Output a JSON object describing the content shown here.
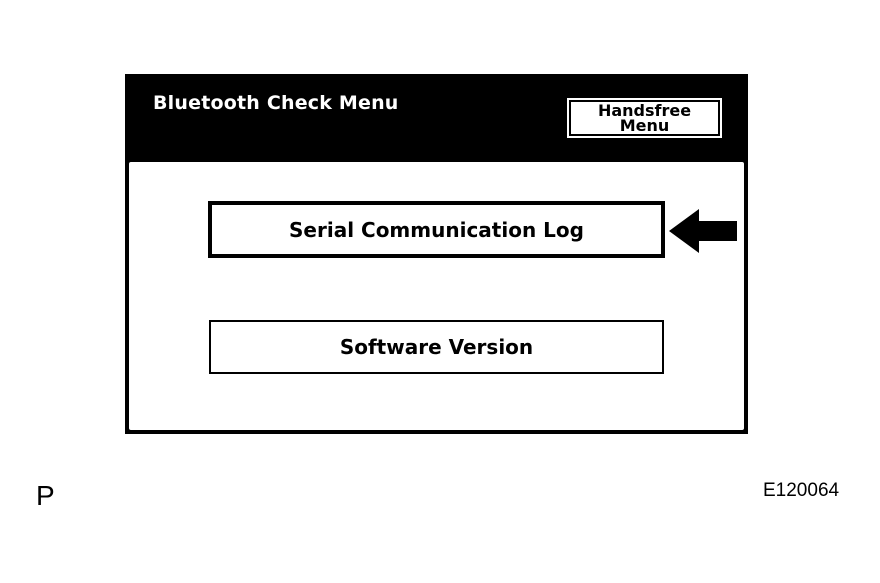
{
  "screen": {
    "title": "Bluetooth Check Menu",
    "handsfree_label": "Handsfree Menu"
  },
  "menu": {
    "items": [
      {
        "label": "Serial Communication Log",
        "selected": true
      },
      {
        "label": "Software Version",
        "selected": false
      }
    ]
  },
  "indicator": {
    "icon": "left-arrow-icon",
    "color": "#000000"
  },
  "footer": {
    "left_mark": "P",
    "figure_id": "E120064"
  },
  "colors": {
    "header_bg": "#000000",
    "panel_bg": "#ffffff",
    "text": "#000000"
  }
}
